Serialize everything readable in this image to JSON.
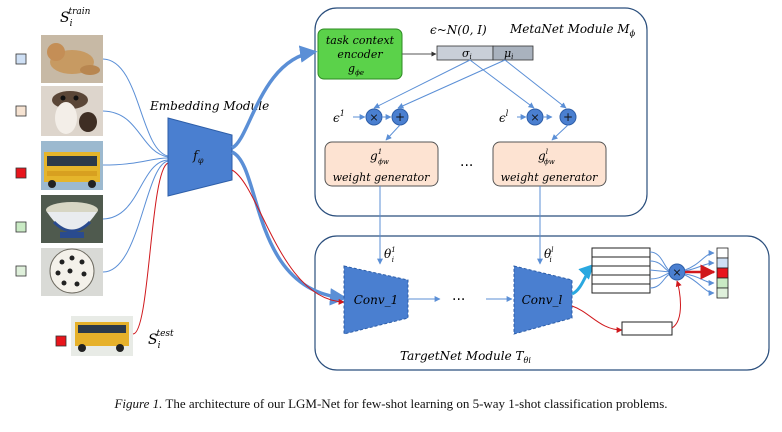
{
  "figure": {
    "caption_label": "Figure 1.",
    "caption_text": "The architecture of our LGM-Net for few-shot learning on 5-way 1-shot classification problems."
  },
  "support_set": {
    "label_base": "S",
    "label_sub": "i",
    "label_sup": "train",
    "images": [
      {
        "name": "lion-image",
        "label_color": "#cfe0f5"
      },
      {
        "name": "ferret-image",
        "label_color": "#f6e3d2"
      },
      {
        "name": "bus-image",
        "label_color": "#e8151c"
      },
      {
        "name": "bowl-image",
        "label_color": "#c9eac4"
      },
      {
        "name": "dish-image",
        "label_color": "#dff0db"
      }
    ]
  },
  "query_set": {
    "label_base": "S",
    "label_sub": "i",
    "label_sup": "test",
    "image": {
      "name": "bus-query-image",
      "label_color": "#e8151c"
    }
  },
  "embedding": {
    "title": "Embedding Module",
    "symbol": "f",
    "symbol_sub": "φ"
  },
  "metanet": {
    "title": "MetaNet Module M",
    "title_sub": "ϕ",
    "encoder_line1": "task context",
    "encoder_line2": "encoder",
    "encoder_line3": "g",
    "encoder_line3_sub": "ϕe",
    "noise": "ϵ~N(0, I)",
    "sigma": "σ",
    "mu": "μ",
    "param_sub": "i",
    "eps1": "ϵ",
    "eps1_sup": "1",
    "epsl": "ϵ",
    "epsl_sup": "l",
    "times": "×",
    "plus": "+",
    "dots": "···",
    "wg1_symbol": "g",
    "wg1_sup": "1",
    "wg1_sub": "ϕw",
    "wgl_symbol": "g",
    "wgl_sup": "l",
    "wgl_sub": "ϕw",
    "wg_label": "weight generator"
  },
  "targetnet": {
    "title": "TargetNet Module T",
    "title_sub": "θi",
    "theta1": "θ",
    "theta1_sup": "1",
    "thetal": "θ",
    "thetal_sup": "l",
    "theta_sub": "i",
    "conv1": "Conv_1",
    "convl": "Conv_l",
    "dots": "···",
    "times": "×"
  },
  "output_colors": [
    "#ffffff",
    "#cfe0f5",
    "#e8151c",
    "#c9eac4",
    "#dff0db"
  ],
  "colors": {
    "blue_fill": "#4a7fd0",
    "blue_line": "#5b8fd6",
    "red_line": "#d0181c",
    "green_fill": "#5bd24a",
    "peach_fill": "#fde3d2",
    "frame": "#2b4f7d"
  }
}
